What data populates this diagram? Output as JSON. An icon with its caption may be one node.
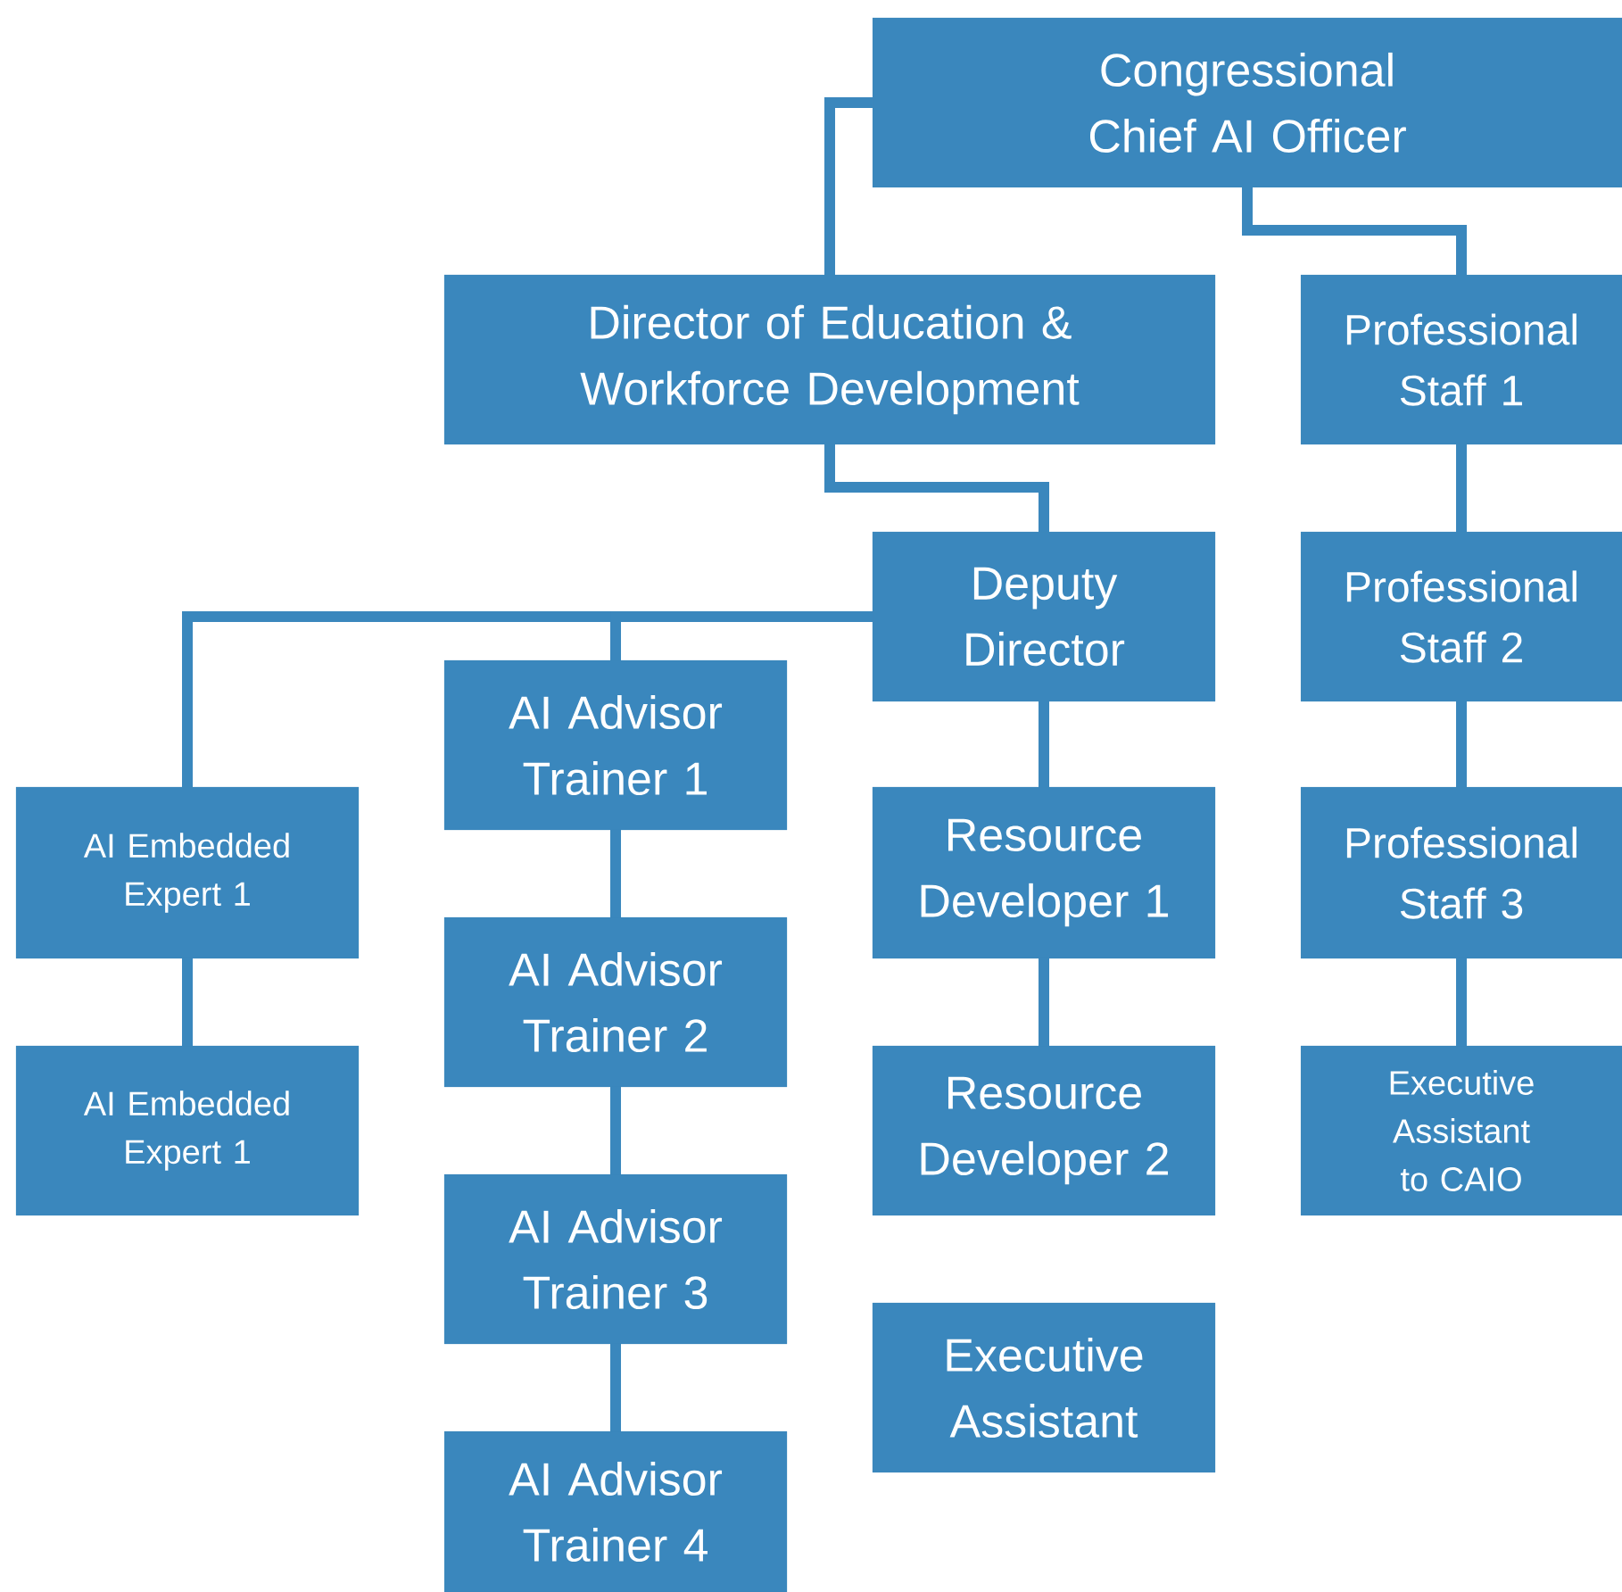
{
  "diagram": {
    "nodes": [
      {
        "text": [
          "Congressional Chief AI Officer"
        ]
      },
      {
        "text": [
          "Director of Education & Workforce Development"
        ]
      },
      {
        "text": [
          "Professional Staff 1"
        ]
      },
      {
        "text": [
          "Deputy Director"
        ]
      },
      {
        "text": [
          "Professional Staff 2"
        ]
      },
      {
        "text": [
          "AI Advisor Trainer 1"
        ]
      },
      {
        "text": [
          "AI Embedded Expert 1"
        ]
      },
      {
        "text": [
          "Resource Developer 1"
        ]
      },
      {
        "text": [
          "Professional Staff 3"
        ]
      },
      {
        "text": [
          "AI Advisor Trainer 2"
        ]
      },
      {
        "text": [
          "AI Embedded Expert 1"
        ]
      },
      {
        "text": [
          "Resource Developer 2"
        ]
      },
      {
        "text": [
          "Executive Assistant to CAIO"
        ]
      },
      {
        "text": [
          "AI Advisor Trainer 3"
        ]
      },
      {
        "text": [
          "Executive Assistant"
        ]
      },
      {
        "text": [
          "AI Advisor Trainer 4"
        ]
      }
    ],
    "edges": [
      {
        "from": 0,
        "to": 1,
        "arrow": "none"
      },
      {
        "from": 0,
        "to": 2,
        "arrow": "none"
      },
      {
        "from": 1,
        "to": 3,
        "arrow": "none"
      },
      {
        "from": 2,
        "to": 4,
        "arrow": "none"
      },
      {
        "from": 3,
        "to": 6,
        "arrow": "none"
      },
      {
        "from": 3,
        "to": 5,
        "arrow": "none"
      },
      {
        "from": 3,
        "to": 7,
        "arrow": "none"
      },
      {
        "from": 4,
        "to": 8,
        "arrow": "none"
      },
      {
        "from": 5,
        "to": 9,
        "arrow": "none"
      },
      {
        "from": 6,
        "to": 10,
        "arrow": "none"
      },
      {
        "from": 7,
        "to": 11,
        "arrow": "none"
      },
      {
        "from": 8,
        "to": 12,
        "arrow": "none"
      },
      {
        "from": 9,
        "to": 13,
        "arrow": "none"
      },
      {
        "from": 13,
        "to": 15,
        "arrow": "none"
      }
    ]
  }
}
